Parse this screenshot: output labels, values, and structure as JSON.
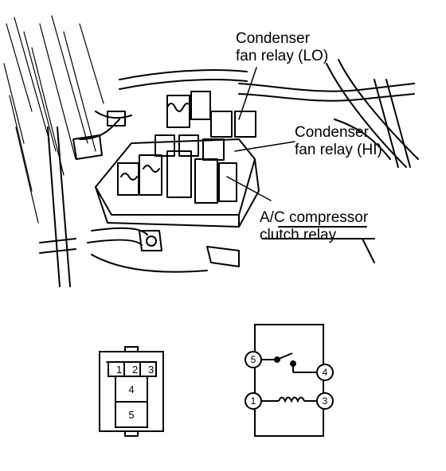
{
  "labels": {
    "condenser_lo": [
      "Condenser",
      "fan relay (LO)"
    ],
    "condenser_hi": [
      "Condenser",
      "fan relay (HI)"
    ],
    "ac_clutch": [
      "A/C  compressor",
      "clutch relay"
    ]
  },
  "connector": {
    "top_cells": [
      "1",
      "2",
      "3"
    ],
    "lower_cells": [
      "4",
      "5"
    ]
  },
  "relay_schematic": {
    "pins": [
      "5",
      "4",
      "1",
      "3"
    ]
  },
  "colors": {
    "ink": "#000000",
    "paper": "#ffffff"
  }
}
